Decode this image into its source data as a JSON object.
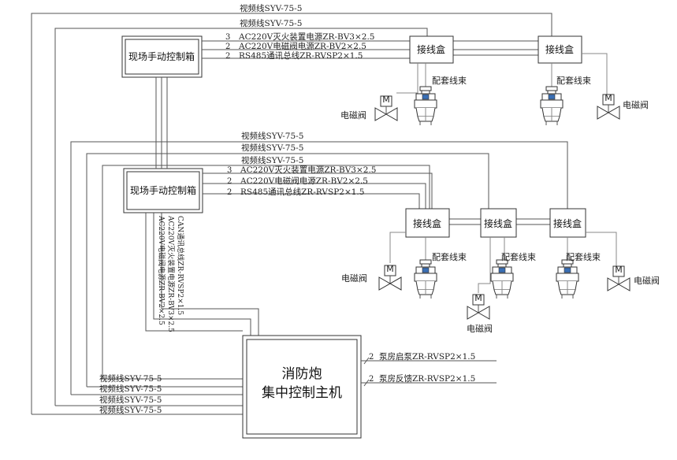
{
  "labels": {
    "video_line": "视频线SYV-75-5",
    "control_box": "现场手动控制箱",
    "junction_box": "接线盒",
    "harness": "配套线束",
    "solenoid": "电磁阀",
    "valve_mark": "M",
    "host_line1": "消防炮",
    "host_line2": "集中控制主机"
  },
  "wires": {
    "n3": "3",
    "n2": "2",
    "fire_power": "AC220V灭火装置电源ZR-BV3×2.5",
    "valve_power": "AC220V电磁阀电源ZR-BV2×2.5",
    "rs485": "RS485通讯总线ZR-RVSP2×1.5",
    "pump_start": "泵房启泵ZR-RVSP2×1.5",
    "pump_feedback": "泵房反馈ZR-RVSP2×1.5",
    "v_can": "CAN通讯总线ZR-RVSP2×1.5",
    "v_fire": "AC220V灭火装置电源ZR-BV3×2.5",
    "v_valve": "AC220V电磁阀电源ZR-BV2×2.5"
  }
}
